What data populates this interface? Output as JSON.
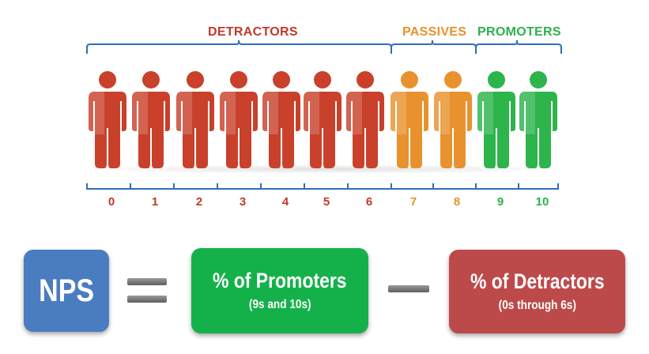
{
  "groups": [
    {
      "label": "DETRACTORS",
      "color": "#c0392b",
      "scores": [
        0,
        1,
        2,
        3,
        4,
        5,
        6
      ]
    },
    {
      "label": "PASSIVES",
      "color": "#e8912d",
      "scores": [
        7,
        8
      ]
    },
    {
      "label": "PROMOTERS",
      "color": "#2eb04d",
      "scores": [
        9,
        10
      ]
    }
  ],
  "scale": {
    "labels": [
      "0",
      "1",
      "2",
      "3",
      "4",
      "5",
      "6",
      "7",
      "8",
      "9",
      "10"
    ],
    "line_color": "#2f6eb8"
  },
  "figure_colors": {
    "detractor": "#c9412b",
    "passive": "#e8922d",
    "promoter": "#2db44b"
  },
  "formula": {
    "nps": {
      "label": "NPS",
      "color": "#4a7cc0"
    },
    "promoters": {
      "label": "% of Promoters",
      "sub": "(9s and 10s)",
      "color": "#14b14b"
    },
    "detractors": {
      "label": "% of Detractors",
      "sub": "(0s through 6s)",
      "color": "#bd4a4a"
    },
    "equals_icon": "equals-sign-icon",
    "minus_icon": "minus-sign-icon"
  }
}
